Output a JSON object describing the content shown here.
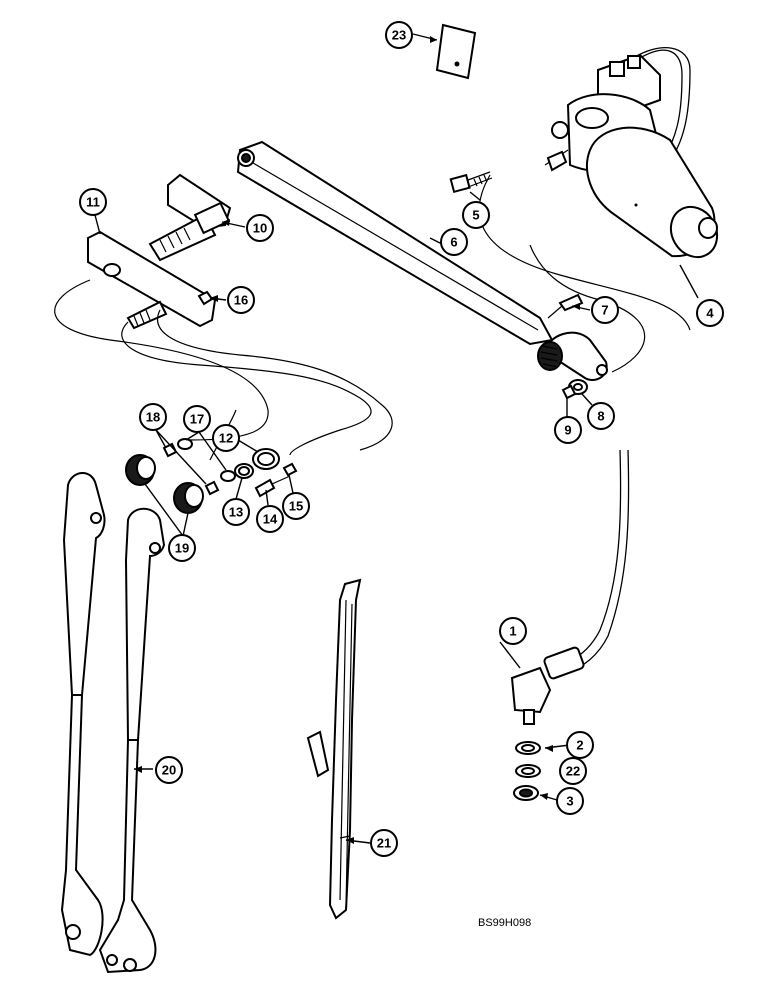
{
  "reference_code": "BS99H098",
  "callouts": [
    {
      "number": "1"
    },
    {
      "number": "2"
    },
    {
      "number": "3"
    },
    {
      "number": "4"
    },
    {
      "number": "5"
    },
    {
      "number": "6"
    },
    {
      "number": "7"
    },
    {
      "number": "8"
    },
    {
      "number": "9"
    },
    {
      "number": "10"
    },
    {
      "number": "11"
    },
    {
      "number": "12"
    },
    {
      "number": "13"
    },
    {
      "number": "14"
    },
    {
      "number": "15"
    },
    {
      "number": "16"
    },
    {
      "number": "17"
    },
    {
      "number": "18"
    },
    {
      "number": "19"
    },
    {
      "number": "20"
    },
    {
      "number": "21"
    },
    {
      "number": "22"
    },
    {
      "number": "23"
    }
  ]
}
